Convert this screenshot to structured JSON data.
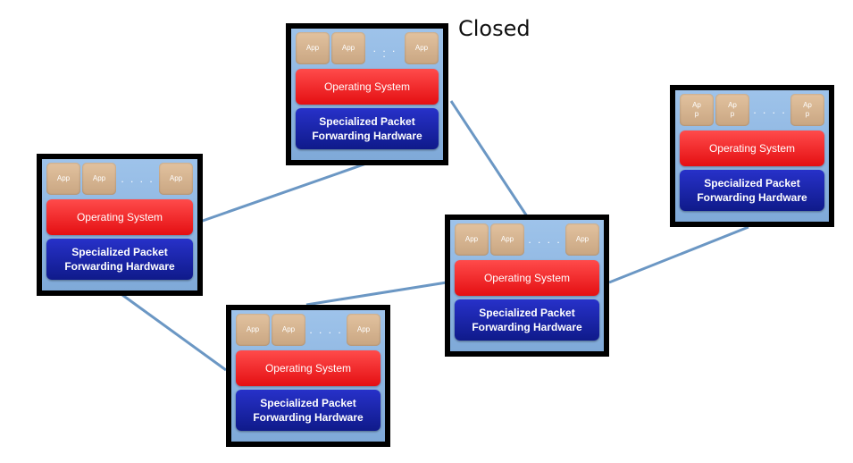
{
  "title": "Closed",
  "icons": {
    "link": "network-link-line"
  },
  "colors": {
    "link": "#6b97c4",
    "frame": "#000000",
    "panel_bg": "#8fb7e2",
    "app": "#d9b794",
    "os": "#f02a2c",
    "hardware": "#1a24a8"
  },
  "switches": [
    {
      "apps": [
        "App",
        "App",
        "App"
      ],
      "dots": ". . . .",
      "os": "Operating System",
      "hardware": "Specialized Packet Forwarding Hardware"
    },
    {
      "apps": [
        "App",
        "App",
        "App"
      ],
      "dots": ". . . .",
      "os": "Operating System",
      "hardware": "Specialized Packet Forwarding Hardware"
    },
    {
      "apps": [
        "Ap p",
        "Ap p",
        "Ap p"
      ],
      "dots": ". . . .",
      "os": "Operating System",
      "hardware": "Specialized Packet Forwarding Hardware"
    },
    {
      "apps": [
        "App",
        "App",
        "App"
      ],
      "dots": ". . . .",
      "os": "Operating System",
      "hardware": "Specialized Packet Forwarding Hardware"
    },
    {
      "apps": [
        "App",
        "App",
        "App"
      ],
      "dots": ". . . .",
      "os": "Operating System",
      "hardware": "Specialized Packet Forwarding Hardware"
    }
  ]
}
